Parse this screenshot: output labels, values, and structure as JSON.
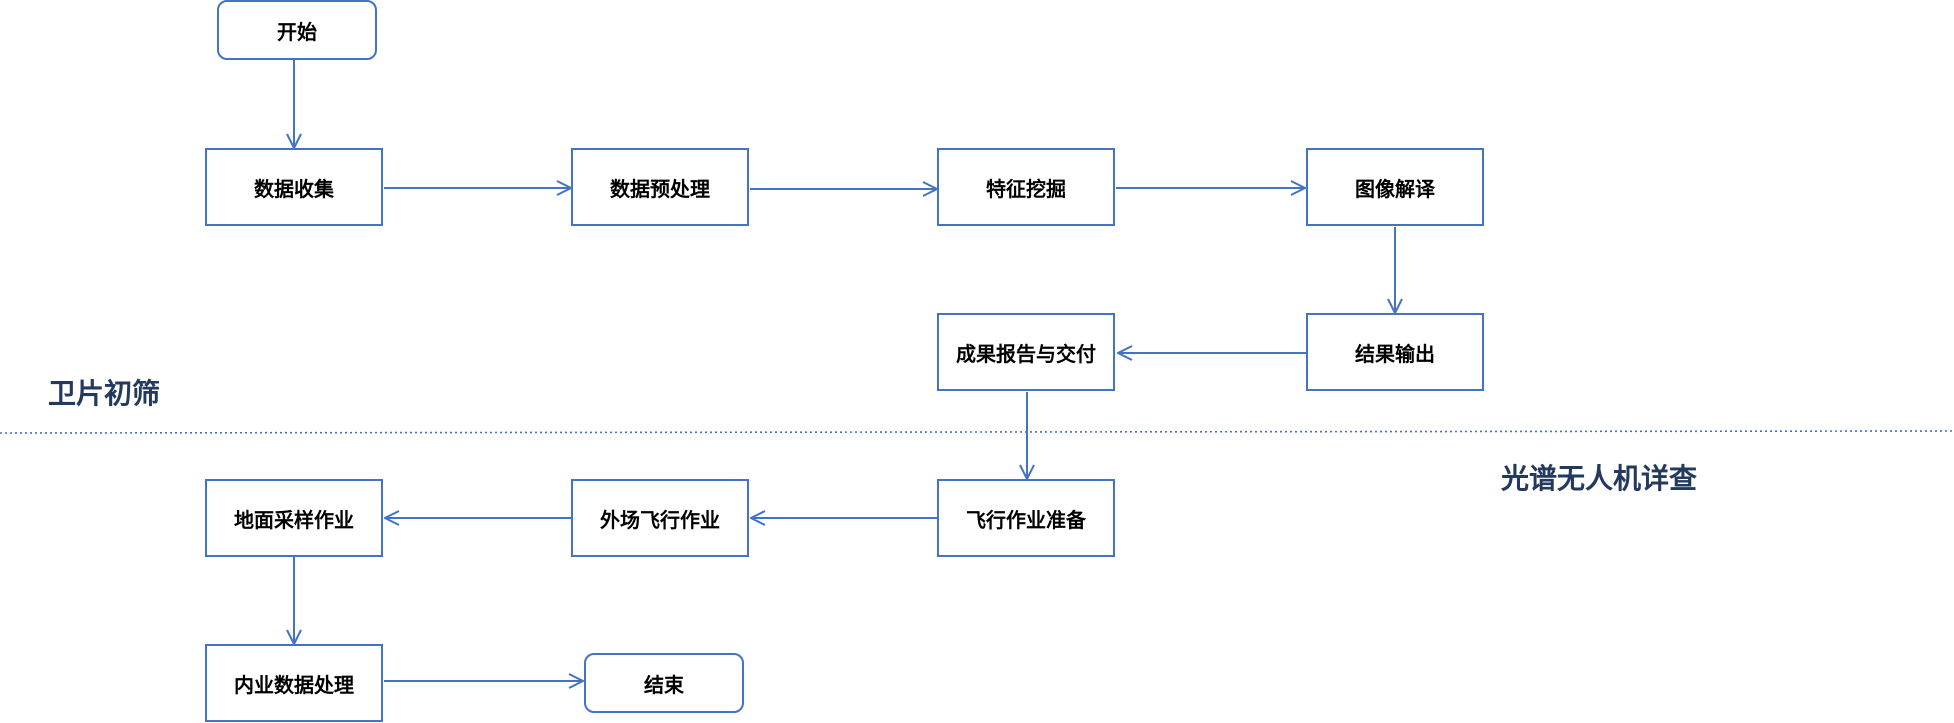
{
  "colors": {
    "border": "#4472C4",
    "arrow": "#4472C4",
    "divider": "#4472C4",
    "section_label": "#23395D",
    "node_text": "#000000"
  },
  "sections": {
    "satellite": "卫片初筛",
    "uav": "光谱无人机详查"
  },
  "nodes": {
    "start": "开始",
    "data_collection": "数据收集",
    "data_preprocessing": "数据预处理",
    "feature_mining": "特征挖掘",
    "image_interpretation": "图像解译",
    "result_output": "结果输出",
    "report_delivery": "成果报告与交付",
    "flight_preparation": "飞行作业准备",
    "field_flight": "外场飞行作业",
    "ground_sampling": "地面采样作业",
    "office_processing": "内业数据处理",
    "end": "结束"
  },
  "edges": [
    [
      "start",
      "data_collection"
    ],
    [
      "data_collection",
      "data_preprocessing"
    ],
    [
      "data_preprocessing",
      "feature_mining"
    ],
    [
      "feature_mining",
      "image_interpretation"
    ],
    [
      "image_interpretation",
      "result_output"
    ],
    [
      "result_output",
      "report_delivery"
    ],
    [
      "report_delivery",
      "flight_preparation"
    ],
    [
      "flight_preparation",
      "field_flight"
    ],
    [
      "field_flight",
      "ground_sampling"
    ],
    [
      "ground_sampling",
      "office_processing"
    ],
    [
      "office_processing",
      "end"
    ]
  ]
}
